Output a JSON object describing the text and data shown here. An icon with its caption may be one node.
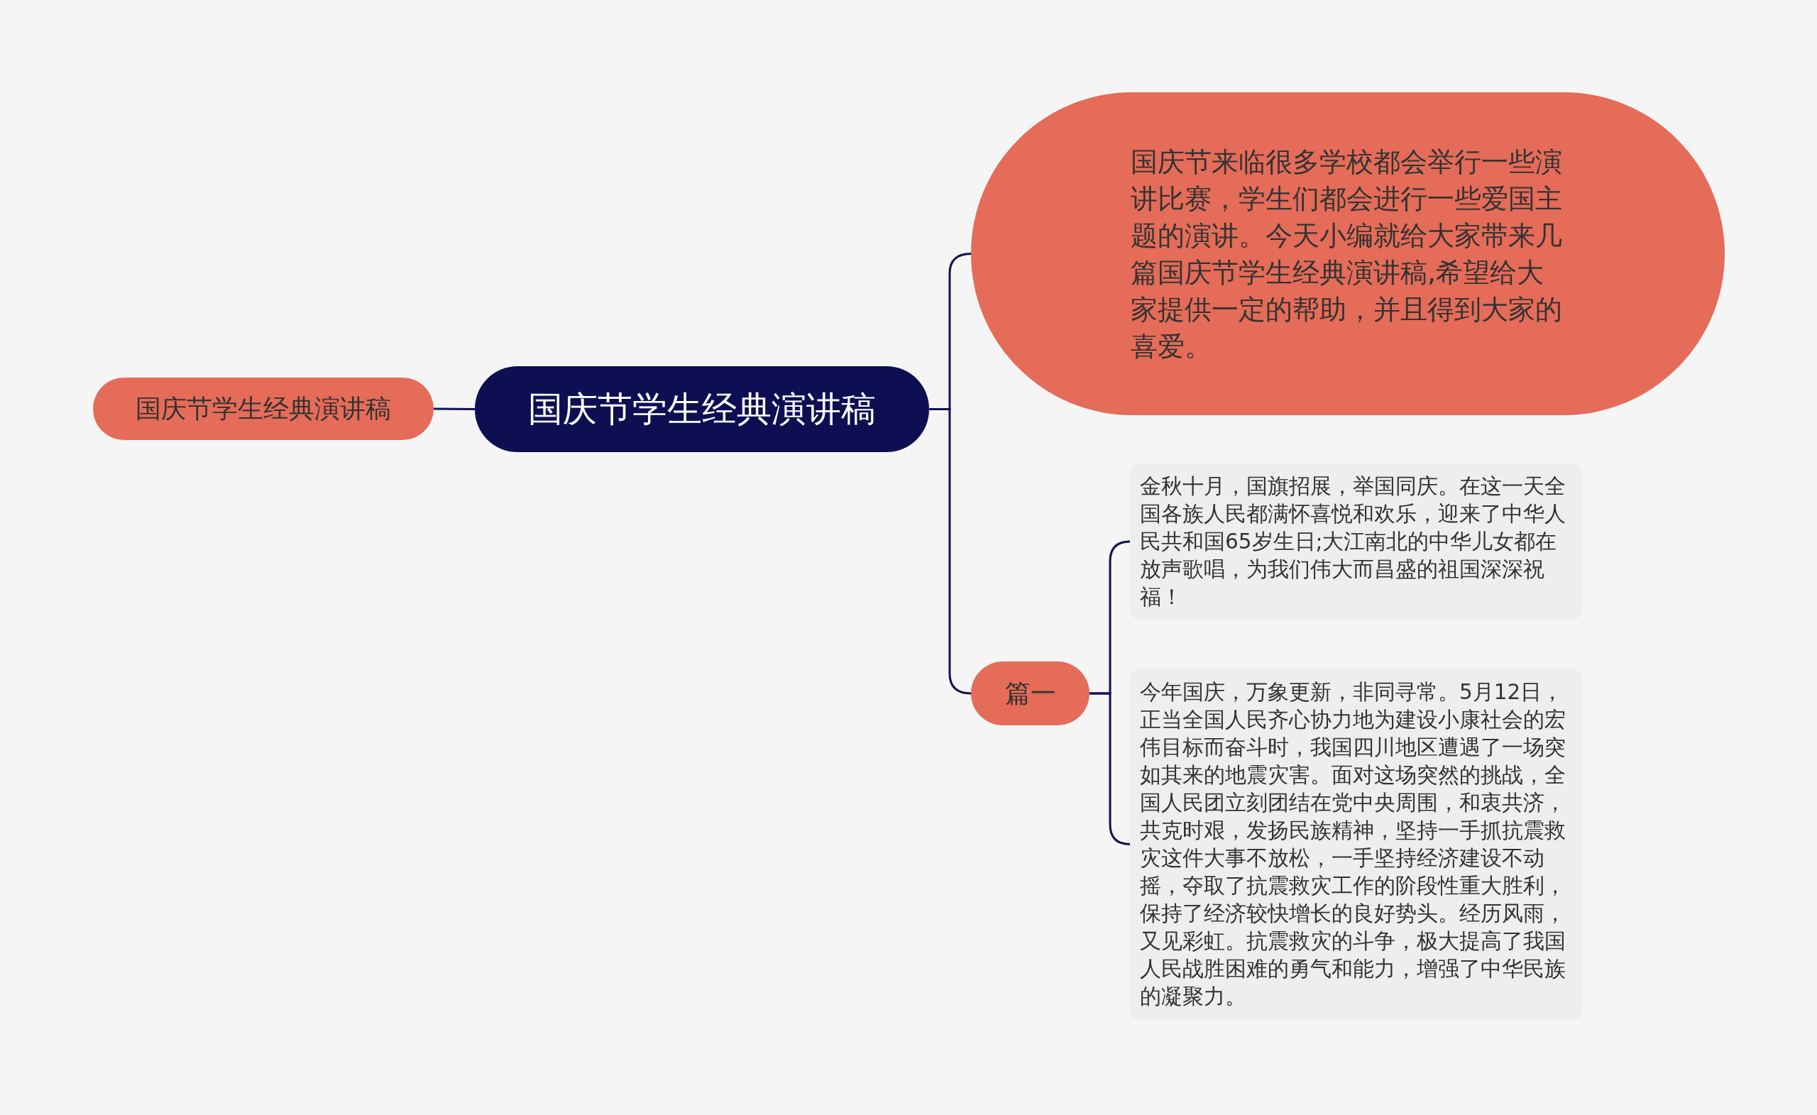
{
  "diagram": {
    "nodes": [
      {
        "text": [
          "国庆节学生经典演讲稿"
        ]
      },
      {
        "text": [
          "国庆节学生经典演讲稿"
        ]
      },
      {
        "text": [
          "国庆节来临很多学校都会举行一些演讲比赛，学生们都会进行一些爱国主题的演讲。今天小编就给大家带来几篇国庆节学生经典演讲稿,希望给大家提供一定的帮助，并且得到大家的喜爱。"
        ]
      },
      {
        "text": [
          "篇一"
        ]
      },
      {
        "text": [
          "金秋十月，国旗招展，举国同庆。在这一天全国各族人民都满怀喜悦和欢乐，迎来了中华人民共和国65岁生日;大江南北的中华儿女都在放声歌唱，为我们伟大而昌盛的祖国深深祝福！"
        ]
      },
      {
        "text": [
          "今年国庆，万象更新，非同寻常。5月12日，正当全国人民齐心协力地为建设小康社会的宏伟目标而奋斗时，我国四川地区遭遇了一场突如其来的地震灾害。面对这场突然的挑战，全国人民团立刻团结在党中央周围，和衷共济，共克时艰，发扬民族精神，坚持一手抓抗震救灾这件大事不放松，一手坚持经济建设不动摇，夺取了抗震救灾工作的阶段性重大胜利，保持了经济较快增长的良好势头。经历风雨，又见彩虹。抗震救灾的斗争，极大提高了我国人民战胜困难的勇气和能力，增强了中华民族的凝聚力。"
        ]
      }
    ],
    "edges": [
      {
        "from": 0,
        "to": 1,
        "arrow": "none"
      },
      {
        "from": 0,
        "to": 2,
        "arrow": "none"
      },
      {
        "from": 0,
        "to": 3,
        "arrow": "none"
      },
      {
        "from": 3,
        "to": 4,
        "arrow": "none"
      },
      {
        "from": 3,
        "to": 5,
        "arrow": "none"
      }
    ]
  }
}
